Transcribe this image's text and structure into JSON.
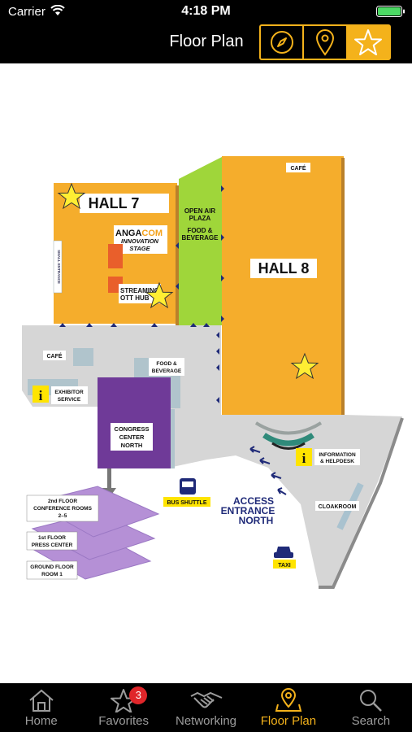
{
  "status_bar": {
    "carrier": "Carrier",
    "time": "4:18 PM"
  },
  "nav": {
    "title": "Floor Plan",
    "segments": [
      {
        "icon": "compass-icon"
      },
      {
        "icon": "location-pin-icon"
      },
      {
        "icon": "star-icon",
        "selected": true
      }
    ]
  },
  "floor_plan": {
    "hall7": "HALL 7",
    "hall8": "HALL 8",
    "brand_a": "ANGA",
    "brand_b": "COM",
    "innovation_1": "INNOVATION",
    "innovation_2": "STAGE",
    "streaming_1": "STREAMING",
    "streaming_2": "OTT HUB",
    "open_air_1": "OPEN AIR",
    "open_air_2": "PLAZA",
    "food_top_1": "FOOD &",
    "food_top_2": "BEVERAGE",
    "cafe_top": "CAFÉ",
    "cafe_left": "CAFÉ",
    "food_mid_1": "FOOD &",
    "food_mid_2": "BEVERAGE",
    "exhibitor_1": "EXHIBITOR",
    "exhibitor_2": "SERVICE",
    "congress_1": "CONGRESS",
    "congress_2": "CENTER",
    "congress_3": "NORTH",
    "information_1": "INFORMATION",
    "information_2": "& HELPDESK",
    "bus_shuttle": "BUS SHUTTLE",
    "access_1": "ACCESS",
    "access_2": "ENTRANCE",
    "access_3": "NORTH",
    "cloakroom": "CLOAKROOM",
    "taxi": "TAXI",
    "floor2_1": "2nd FLOOR",
    "floor2_2": "CONFERENCE ROOMS",
    "floor2_3": "2–5",
    "floor1_1": "1st FLOOR",
    "floor1_2": "PRESS CENTER",
    "floor0_1": "GROUND FLOOR",
    "floor0_2": "ROOM 1",
    "small_entrance": "SMALL ENTRANCE",
    "info_glyph": "i",
    "colors": {
      "hall": "#f5ad2c",
      "plaza": "#9fd63a",
      "congress": "#6f3a98",
      "favorite_star": "#ffee33",
      "accent": "#f4b21b"
    }
  },
  "tab_bar": {
    "items": [
      {
        "label": "Home",
        "icon": "home-icon"
      },
      {
        "label": "Favorites",
        "icon": "star-icon",
        "badge": "3"
      },
      {
        "label": "Networking",
        "icon": "handshake-icon"
      },
      {
        "label": "Floor Plan",
        "icon": "map-pin-icon",
        "active": true
      },
      {
        "label": "Search",
        "icon": "search-icon"
      }
    ]
  }
}
